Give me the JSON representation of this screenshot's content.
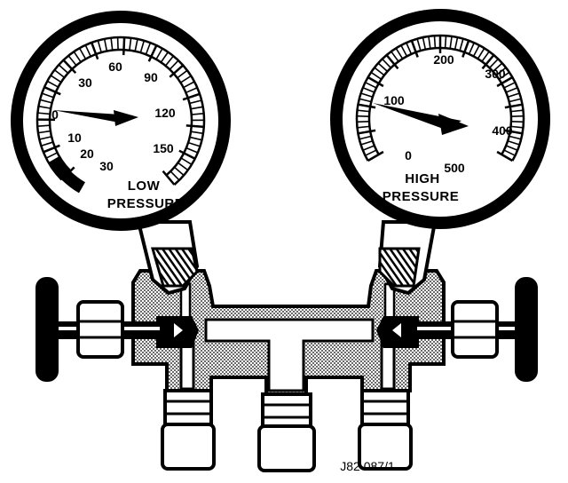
{
  "low_gauge": {
    "title_line1": "LOW",
    "title_line2": "PRESSURE",
    "scale_pressure": [
      "0",
      "30",
      "60",
      "90",
      "120",
      "150"
    ],
    "scale_vacuum": [
      "10",
      "20",
      "30"
    ]
  },
  "high_gauge": {
    "title_line1": "HIGH",
    "title_line2": "PRESSURE",
    "scale": [
      "0",
      "100",
      "200",
      "300",
      "400",
      "500"
    ]
  },
  "reference_code": "J82 087/1"
}
